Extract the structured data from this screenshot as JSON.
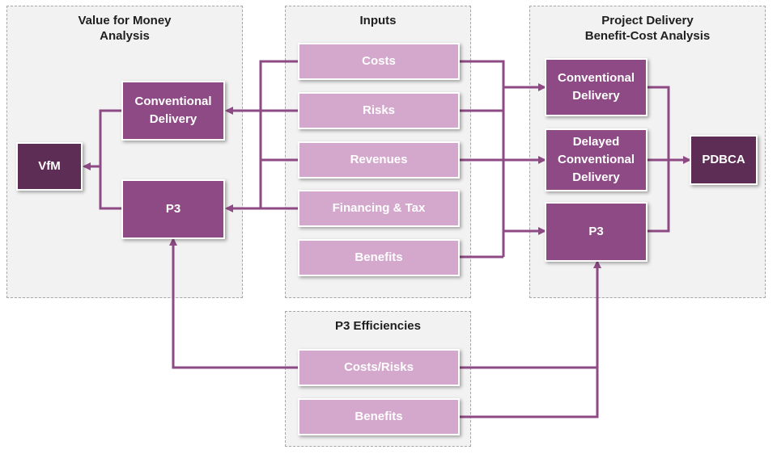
{
  "panels": {
    "vfm": {
      "title": "Value for Money\nAnalysis"
    },
    "inputs": {
      "title": "Inputs"
    },
    "pdbca": {
      "title": "Project Delivery\nBenefit-Cost Analysis"
    },
    "efficiencies": {
      "title": "P3 Efficiencies"
    }
  },
  "vfm_panel": {
    "conventional": "Conventional\nDelivery",
    "p3": "P3",
    "vfm": "VfM"
  },
  "inputs": {
    "costs": "Costs",
    "risks": "Risks",
    "revenues": "Revenues",
    "financing": "Financing & Tax",
    "benefits": "Benefits"
  },
  "pdbca_panel": {
    "conventional": "Conventional\nDelivery",
    "delayed": "Delayed\nConventional\nDelivery",
    "p3": "P3",
    "pdbca": "PDBCA"
  },
  "efficiencies": {
    "costs_risks": "Costs/Risks",
    "benefits": "Benefits"
  },
  "colors": {
    "light": "#d4a8cc",
    "mid": "#8e4a84",
    "dark": "#5e2d56",
    "panel_bg": "#f2f2f2"
  }
}
